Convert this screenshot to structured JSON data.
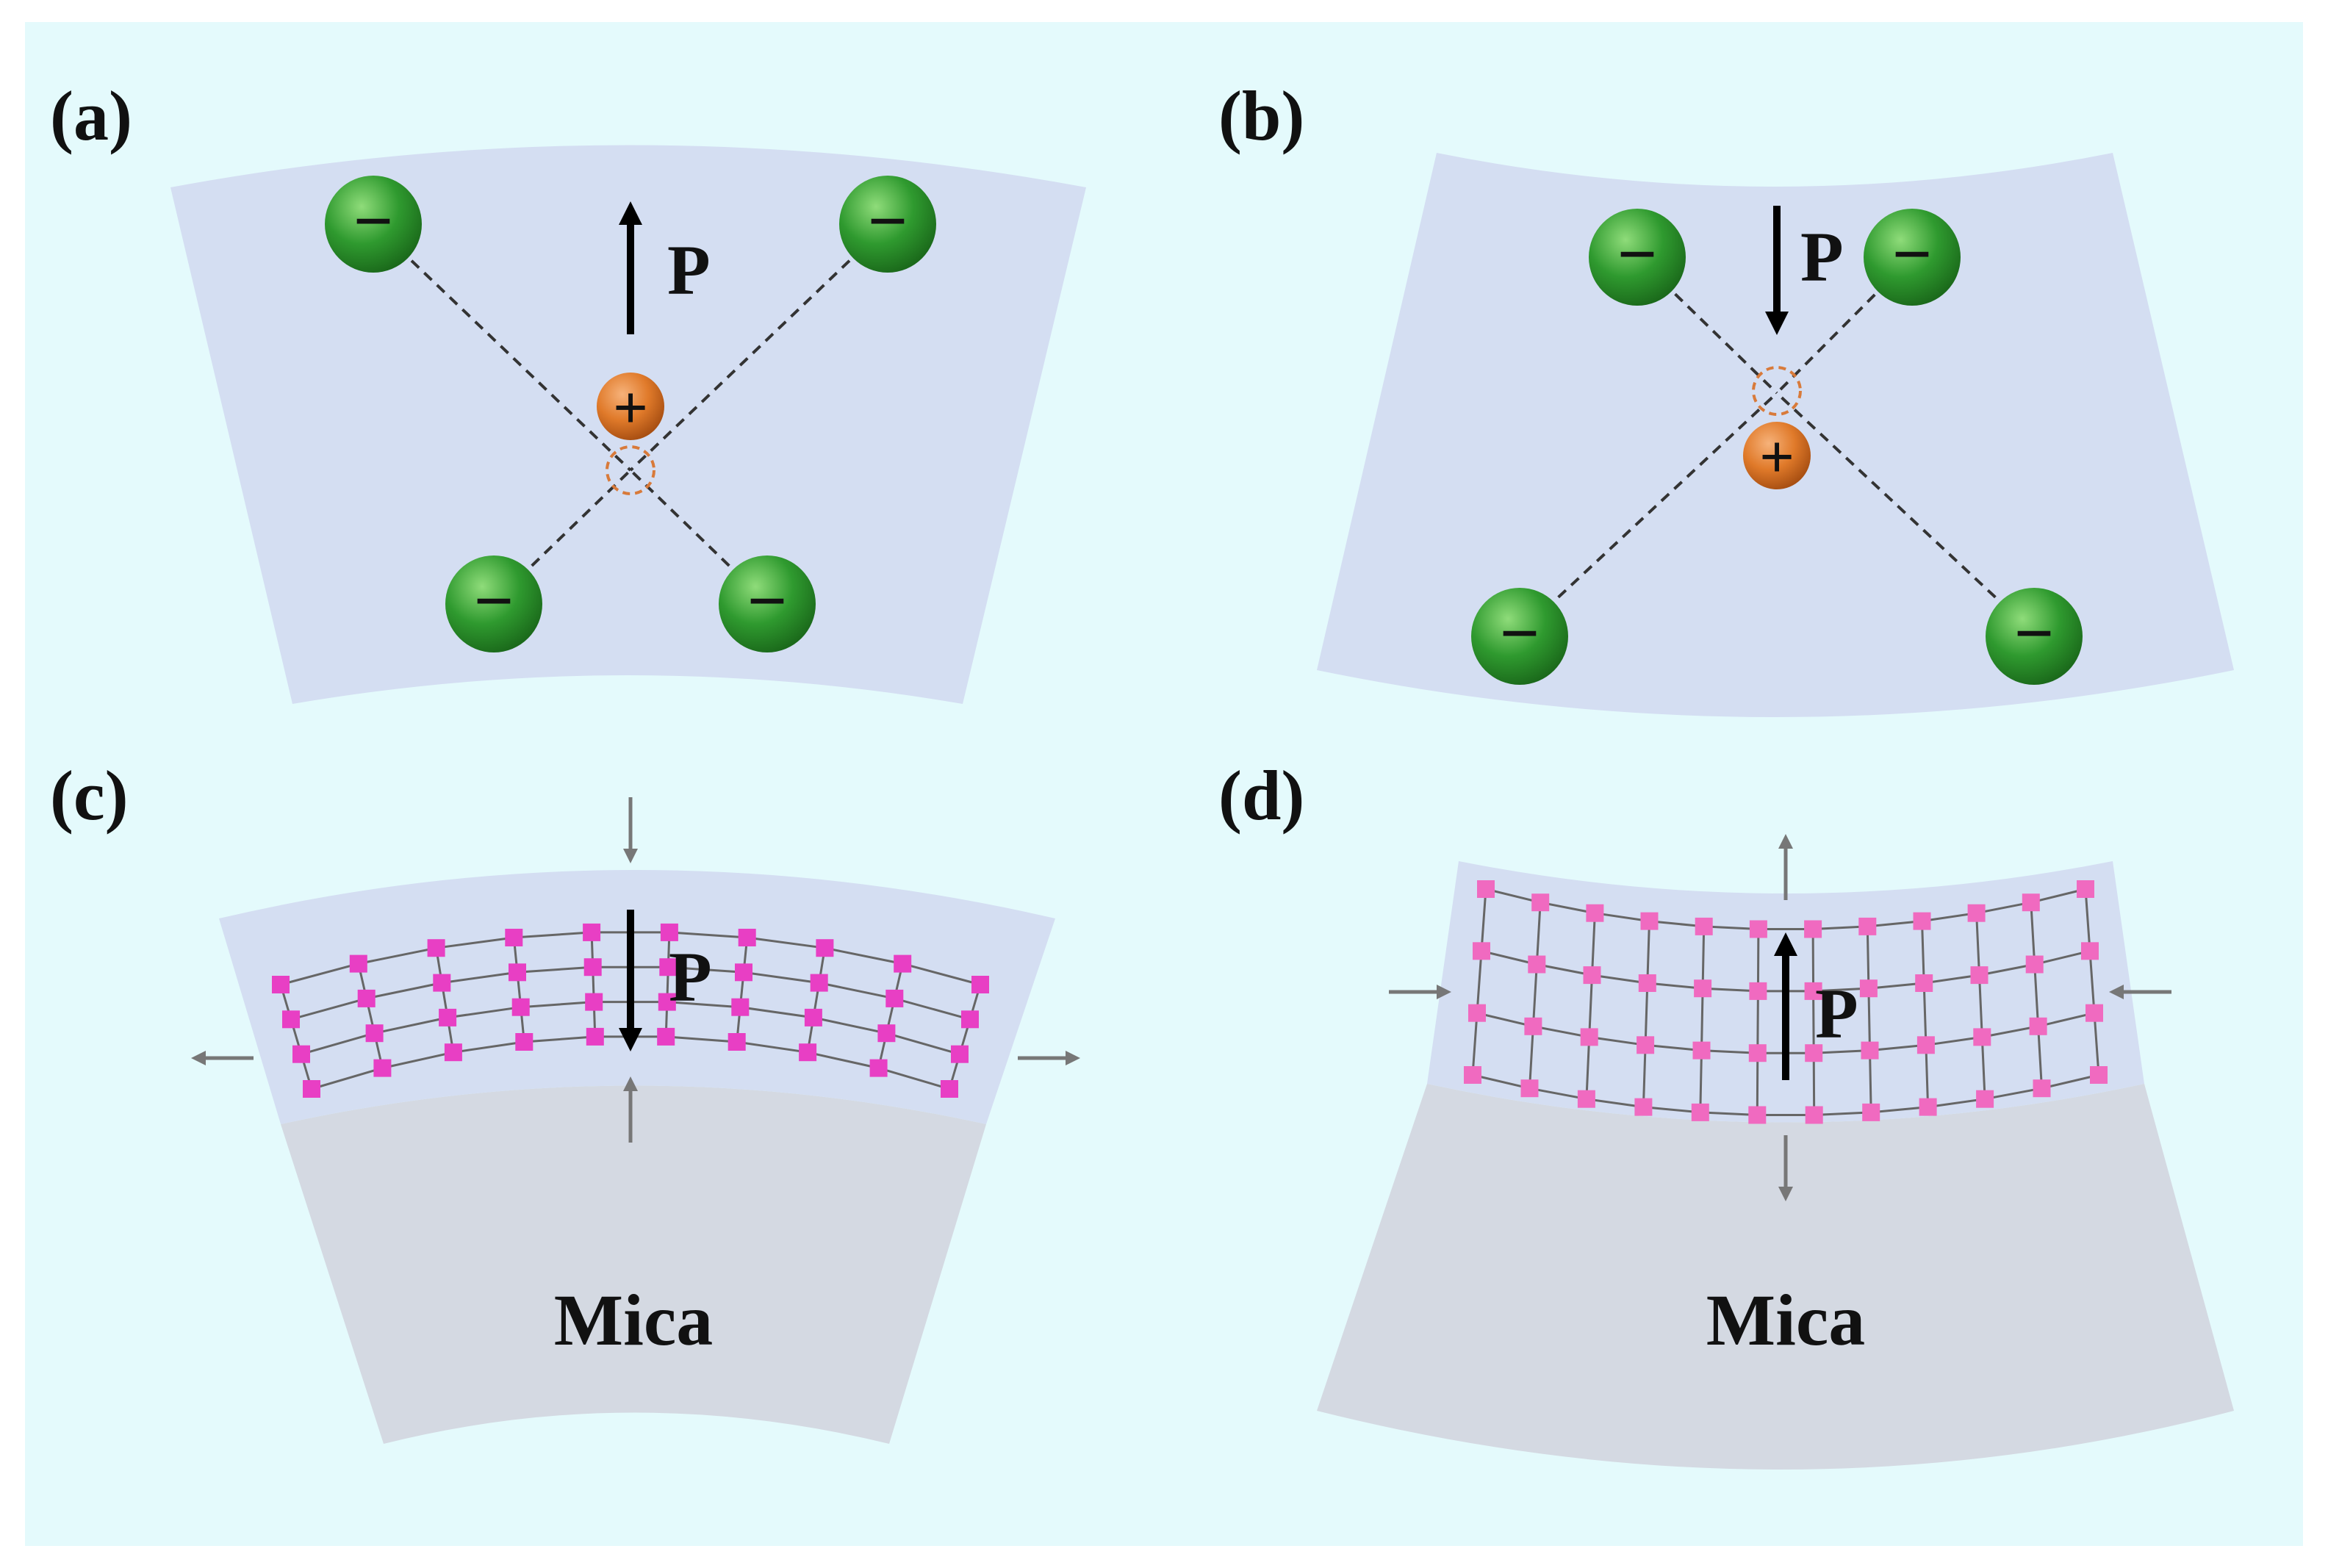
{
  "colors": {
    "background": "#e4fafc",
    "film": "#d4def2",
    "substrate": "#d4d9e2",
    "anion": "#2f9a2f",
    "cation": "#e07a2a",
    "lattice_atom_c": "#e83fc4",
    "lattice_atom_d": "#f06ac0",
    "strain_arrow": "#777777",
    "polarization_arrow": "#000000"
  },
  "panels": {
    "a": {
      "label": "(a)",
      "polarization_label": "P",
      "polarization_direction": "up",
      "cation_symbol": "+",
      "anion_symbol": "−",
      "curvature": "convex"
    },
    "b": {
      "label": "(b)",
      "polarization_label": "P",
      "polarization_direction": "down",
      "cation_symbol": "+",
      "anion_symbol": "−",
      "curvature": "concave"
    },
    "c": {
      "label": "(c)",
      "polarization_label": "P",
      "polarization_direction": "down",
      "substrate_label": "Mica",
      "in_plane_strain": "tensile",
      "out_of_plane_strain": "compressive"
    },
    "d": {
      "label": "(d)",
      "polarization_label": "P",
      "polarization_direction": "up",
      "substrate_label": "Mica",
      "in_plane_strain": "compressive",
      "out_of_plane_strain": "tensile"
    }
  }
}
